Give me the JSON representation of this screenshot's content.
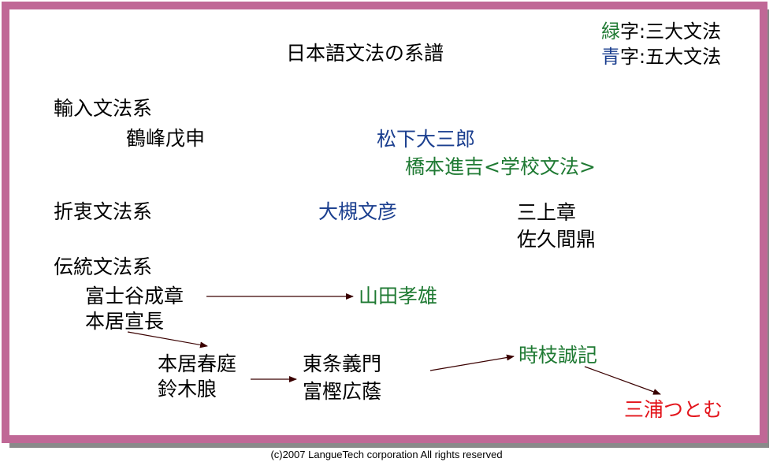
{
  "title": "日本語文法の系譜",
  "legend": {
    "green_marker": "緑",
    "green_text": "字:三大文法",
    "blue_marker": "青",
    "blue_text": "字:五大文法"
  },
  "schools": {
    "import": "輸入文法系",
    "eclectic": "折衷文法系",
    "traditional": "伝統文法系"
  },
  "scholars": {
    "tsuruminezhigenobu": "鶴峰戊申",
    "matsushita": "松下大三郎",
    "hashimoto": "橋本進吉<学校文法>",
    "otsuki": "大槻文彦",
    "mikami": "三上章",
    "sakuma": "佐久間鼎",
    "fujitani": "富士谷成章",
    "motoori_norinaga": "本居宣長",
    "yamada": "山田孝雄",
    "motoori_haruniwa": "本居春庭",
    "suzuki": "鈴木朖",
    "tojo": "東条義門",
    "fujitani_nobuaki": "富樫広蔭",
    "tokieda": "時枝誠記",
    "miura": "三浦つとむ"
  },
  "colors": {
    "green": "#1f7a33",
    "blue": "#1b3f8f",
    "red": "#e3141b",
    "frame": "#c06896",
    "arrow": "#3a0000"
  },
  "footer": "(c)2007 LangueTech corporation All rights reserved"
}
